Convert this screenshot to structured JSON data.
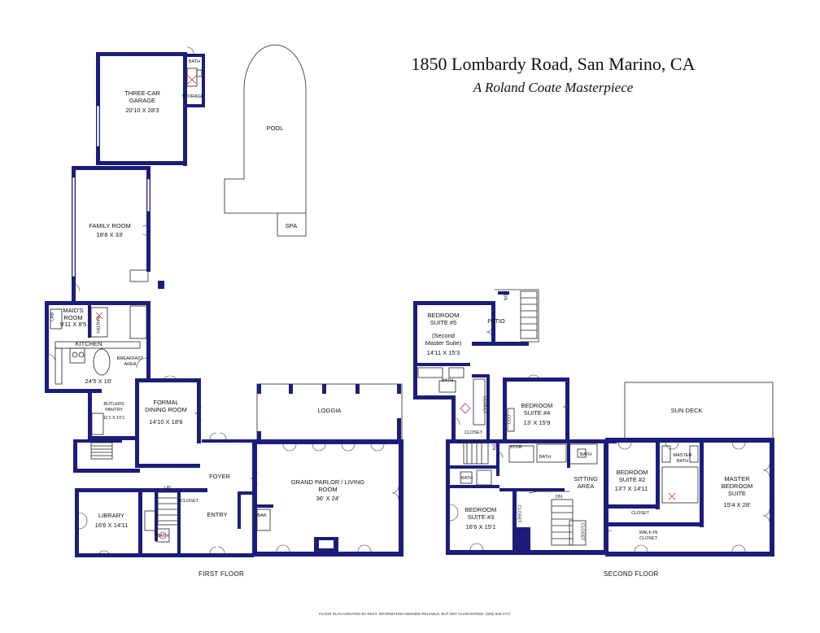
{
  "title": "1850 Lombardy Road, San Marino, CA",
  "subtitle": "A Roland Coate Masterpiece",
  "first_floor": {
    "label": "FIRST FLOOR",
    "rooms": {
      "garage_name": "THREE-CAR GARAGE",
      "garage_dim": "20'10 X 28'3",
      "bath": "BATH",
      "storage": "STORAGE",
      "pool": "POOL",
      "spa": "SPA",
      "family_name": "FAMILY ROOM",
      "family_dim": "18'8 X 33'",
      "maids_name": "MAID'S ROOM",
      "maids_dim": "9'11 X 8'5",
      "cab": "CAB",
      "pantry_small": "PANTRY",
      "kitchen_name": "KITCHEN",
      "kitchen_dim": "24'5 X 16'",
      "breakfast": "BREAKFAST AREA",
      "butlers_name": "BUTLERS PANTRY",
      "butlers_dim": "11'1 X 10'1",
      "formal_name": "FORMAL DINING ROOM",
      "formal_dim": "14'10 X 18'6",
      "loggia": "LOGGIA",
      "foyer": "FOYER",
      "grand_name": "GRAND PARLOR / LIVING ROOM",
      "grand_dim": "36' X 24'",
      "up": "UP",
      "closet": "CLOSET",
      "entry": "ENTRY",
      "bar": "BAR",
      "library_name": "LIBRARY",
      "library_dim": "16'6 X 14'11",
      "bath2": "BATH"
    }
  },
  "second_floor": {
    "label": "SECOND FLOOR",
    "rooms": {
      "dn_top": "DN",
      "bed5_name": "BEDROOM SUITE #5",
      "bed5_sub": "(Second Master Suite)",
      "bed5_dim": "14'11 X 15'3",
      "patio": "PATIO",
      "bath_a": "BATH",
      "closet_a": "CLOSET",
      "closet_b": "CLOSET",
      "dn_mid": "DN",
      "bed4_name": "BEDROOM SUITE #4",
      "bed4_dim": "13' X 15'9",
      "clo": "CLO",
      "stor": "STOR",
      "bath_b": "BATH",
      "bath_c": "BATH",
      "bath_d": "BATH",
      "sitting": "SITTING AREA",
      "dn_low": "DN",
      "bed3_name": "BEDROOM SUITE #3",
      "bed3_dim": "16'6 X 15'1",
      "closet_c": "CLOSET",
      "closet_d": "CLOSET",
      "sundeck": "SUN DECK",
      "bed2_name": "BEDROOM SUITE #2",
      "bed2_dim": "13'7 X 14'11",
      "closet_e": "CLOSET",
      "master_bath": "MASTER BATH",
      "master_name": "MASTER BEDROOM SUITE",
      "master_dim": "15'4 X 28'",
      "walkin": "WALK-IN CLOSET"
    }
  },
  "credit": "FLOOR PLAN CREATED BY REST. INFORMATION DEEMED RELIABLE, BUT NOT GUARANTEED. (626) 840-1717",
  "colors": {
    "wall": "#1c1d7a",
    "text": "#111111",
    "fixture_red": "#c03030"
  }
}
